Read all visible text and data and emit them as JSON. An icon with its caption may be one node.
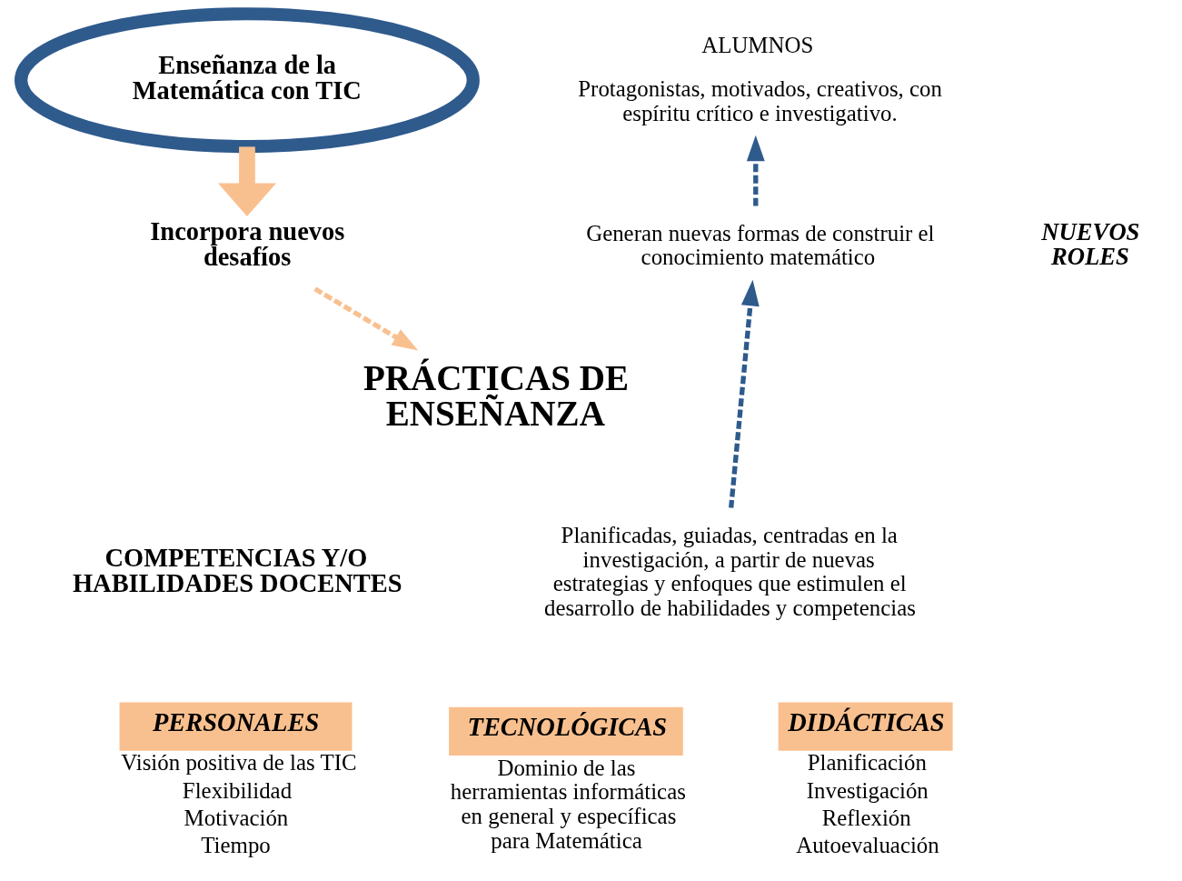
{
  "diagram": {
    "nodes": [
      {
        "text": [
          "Enseñanza de la Matemática con TIC"
        ]
      },
      {
        "text": [
          "Incorpora nuevos desafíos"
        ]
      },
      {
        "text": [
          "ALUMNOS",
          "Protagonistas, motivados, creativos, con espíritu crítico e investigativo."
        ]
      },
      {
        "text": [
          "NUEVOS ROLES"
        ]
      },
      {
        "text": [
          "Generan nuevas formas de construir el conocimiento matemático"
        ]
      },
      {
        "text": [
          "PRÁCTICAS DE ENSEÑANZA"
        ]
      },
      {
        "text": [
          "Planificadas, guiadas, centradas en la investigación, a partir de nuevas estrategias y enfoques que estimulen el desarrollo de habilidades y competencias"
        ]
      },
      {
        "text": [
          "COMPETENCIAS Y/O HABILIDADES DOCENTES"
        ]
      },
      {
        "text": [
          "PERSONALES"
        ],
        "beside": [
          "Visión positiva de las TIC",
          "Flexibilidad",
          "Motivación",
          "Tiempo"
        ]
      },
      {
        "text": [
          "TECNOLÓGICAS"
        ],
        "beside": [
          "Dominio de las herramientas informáticas en general y específicas para Matemática"
        ]
      },
      {
        "text": [
          "DIDÁCTICAS"
        ],
        "beside": [
          "Planificación",
          "Investigación",
          "Reflexión",
          "Autoevaluación"
        ]
      }
    ],
    "edges": [
      {
        "from": 0,
        "to": 1,
        "arrow": "to",
        "style": "thick",
        "color": "#f9c08f"
      },
      {
        "from": 1,
        "to": 5,
        "arrow": "to",
        "style": "dashed",
        "color": "#f9c08f"
      },
      {
        "from": 4,
        "to": 2,
        "arrow": "to",
        "style": "dashed",
        "color": "#2f5a8c"
      },
      {
        "from": 6,
        "to": 4,
        "arrow": "to",
        "style": "dashed",
        "color": "#2f5a8c"
      }
    ]
  }
}
